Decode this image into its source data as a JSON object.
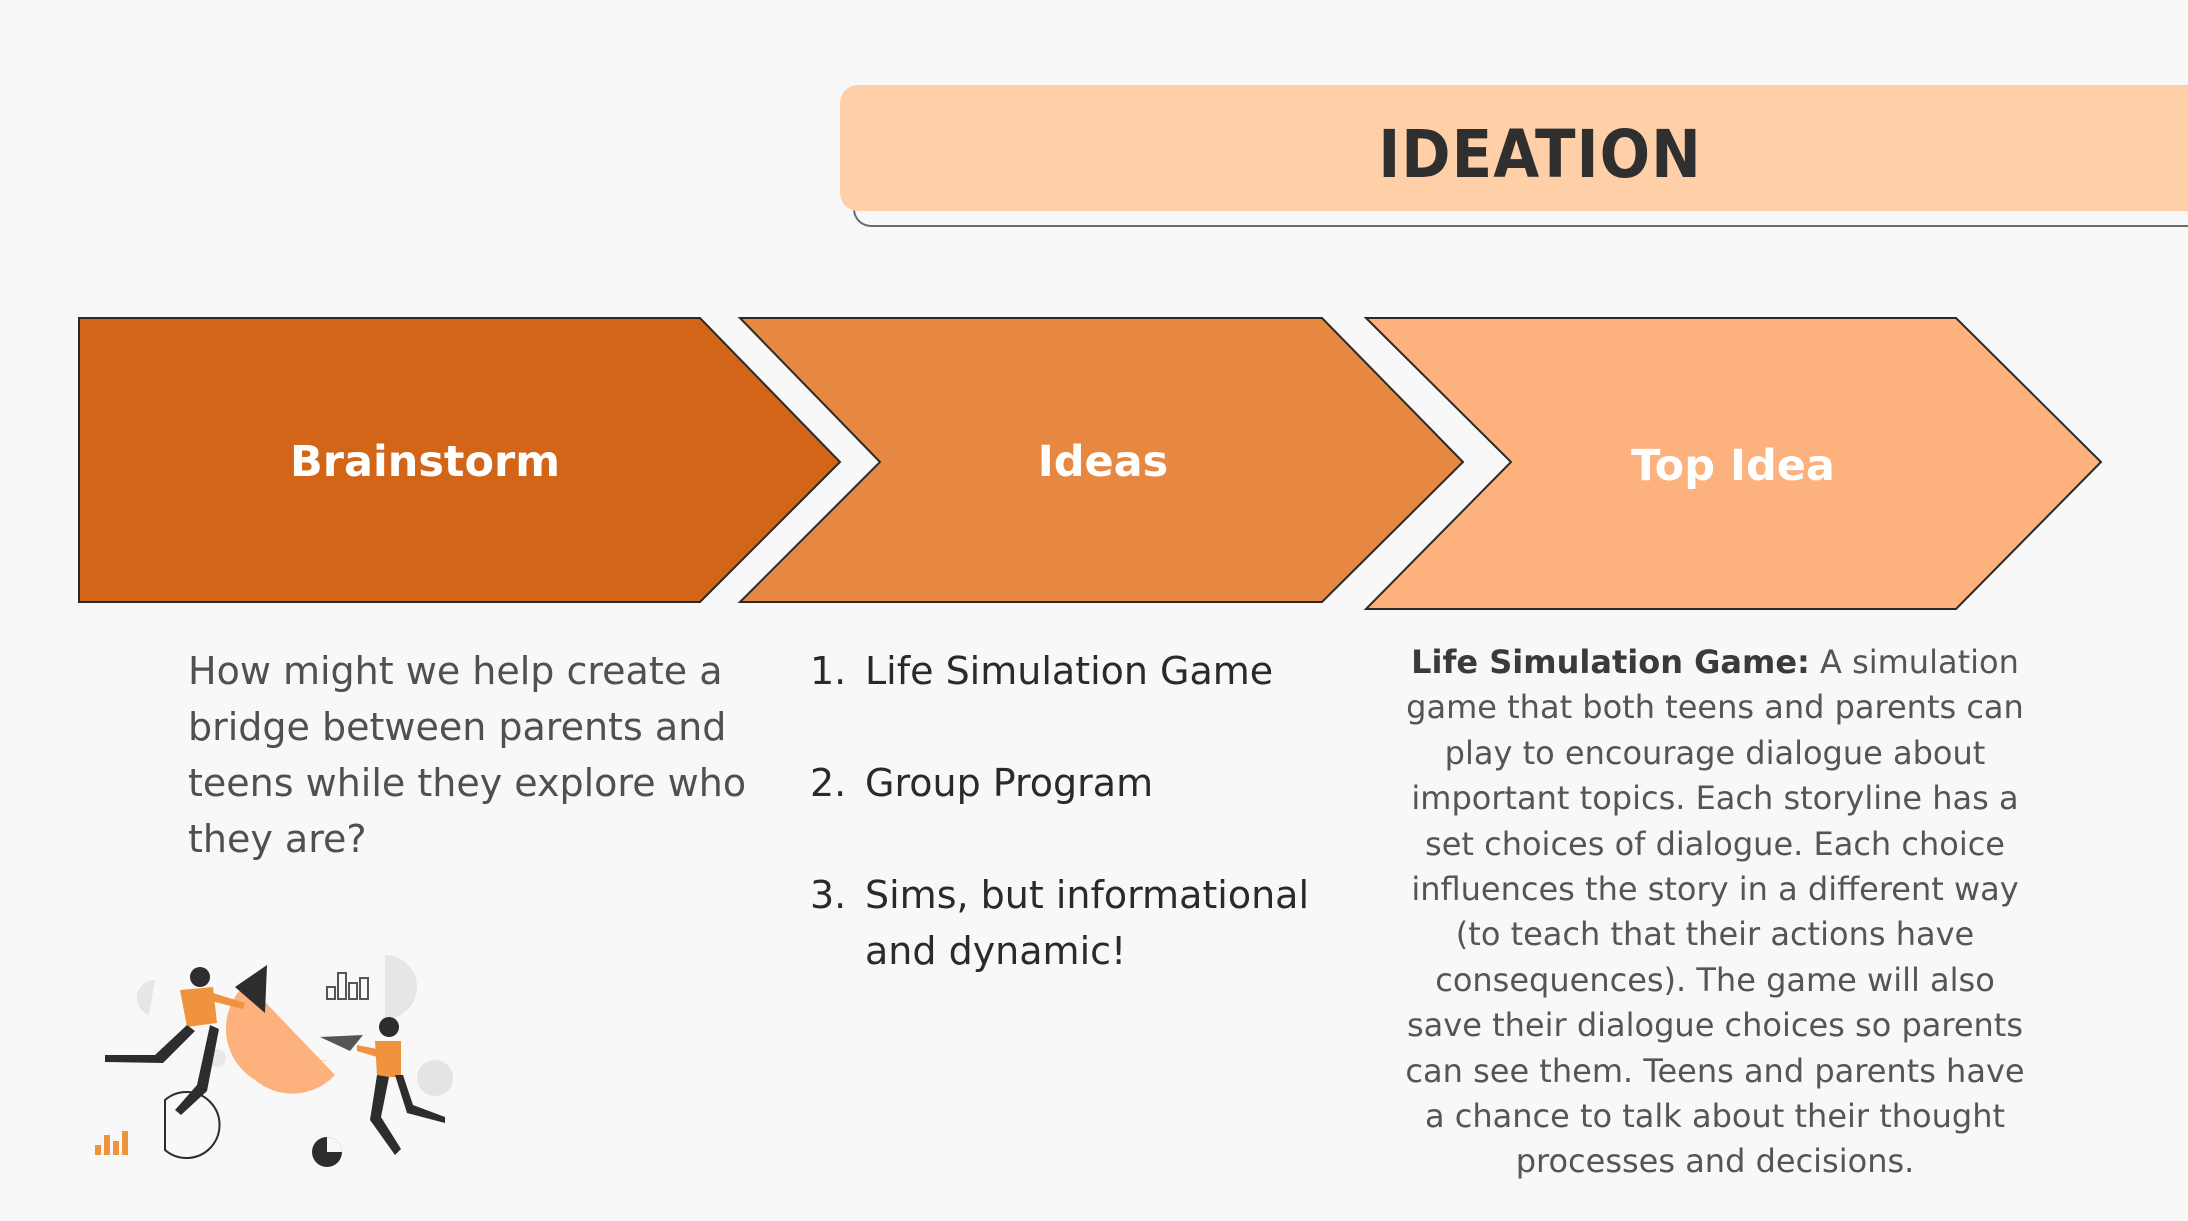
{
  "title": "IDEATION",
  "steps": [
    {
      "label": "Brainstorm",
      "color": "#d26518"
    },
    {
      "label": "Ideas",
      "color": "#e68841"
    },
    {
      "label": "Top Idea",
      "color": "#fdb17d"
    }
  ],
  "brainstorm": {
    "question": "How might we help create a bridge between parents and teens while they explore who they are?"
  },
  "ideas": {
    "items": [
      {
        "num": "1.",
        "text": "Life Simulation Game"
      },
      {
        "num": "2.",
        "text": "Group Program"
      },
      {
        "num": "3.",
        "text": "Sims, but informational"
      }
    ],
    "continuation": "and dynamic!"
  },
  "top_idea": {
    "heading": "Life Simulation Game:",
    "body": " A simulation game that both teens and parents can play to encourage dialogue about important topics. Each storyline has a set choices of dialogue. Each choice influences the story in a different way (to teach that their actions have consequences). The game will also save their dialogue choices so parents can see them. Teens and parents have a chance to talk about their thought processes and decisions."
  },
  "colors": {
    "banner": "#ffcfa8",
    "accent_dark": "#2f2f2f"
  },
  "illustration": {
    "icon": "people-with-charts-illustration"
  }
}
